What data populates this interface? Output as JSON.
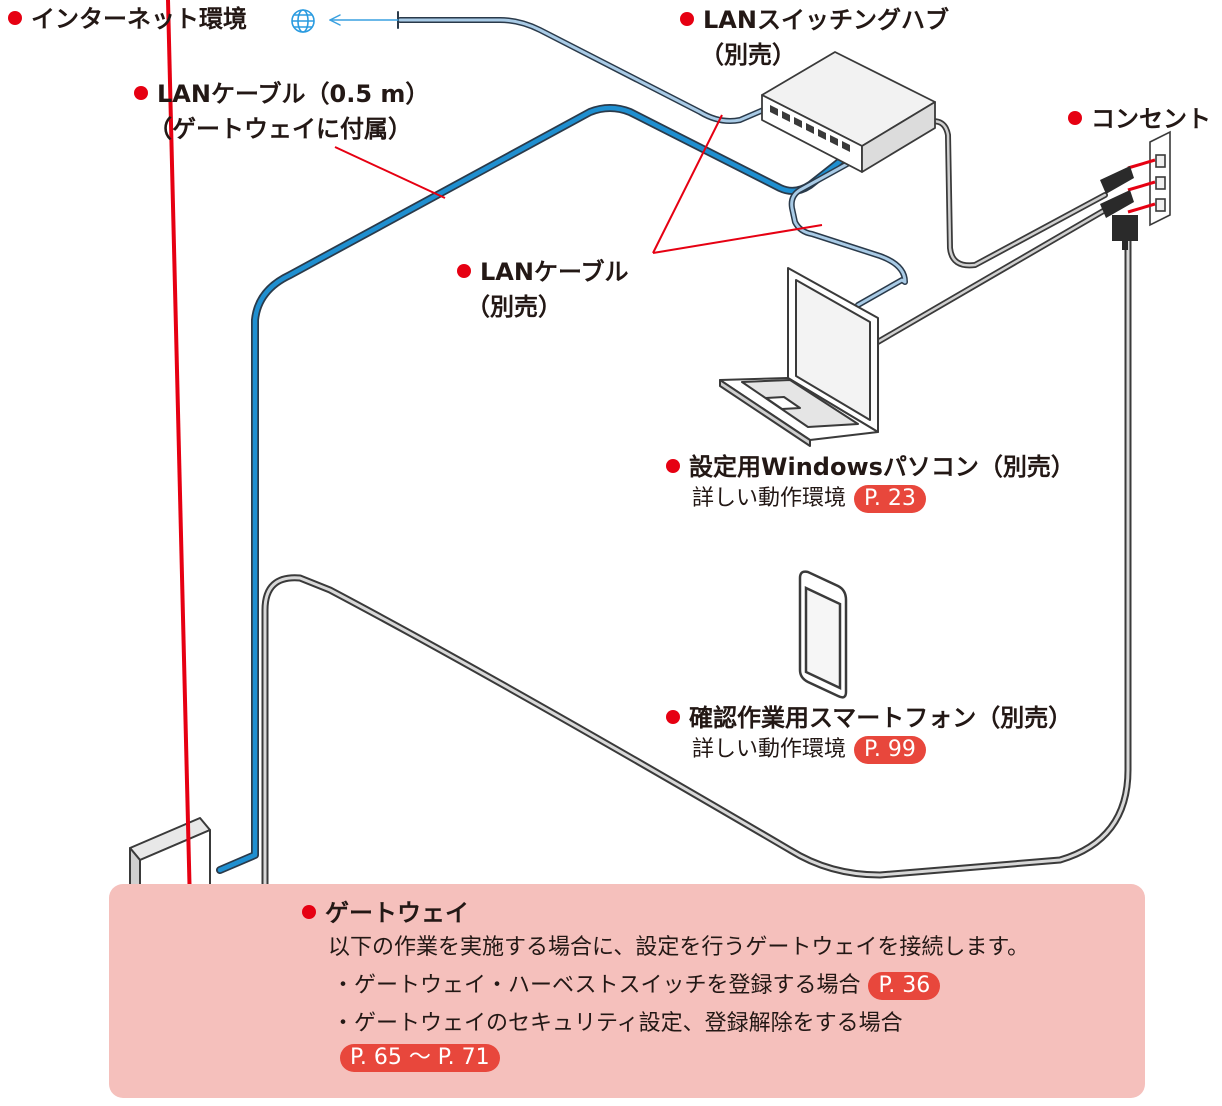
{
  "labels": {
    "internet": "インターネット環境",
    "switch_hub": "LANスイッチングハブ",
    "switch_hub_note": "（別売）",
    "lan_cable_short": "LANケーブル（0.5 m）",
    "lan_cable_short_note": "（ゲートウェイに付属）",
    "outlet": "コンセント",
    "lan_cable": "LANケーブル",
    "lan_cable_note": "（別売）",
    "pc": "設定用Windowsパソコン（別売）",
    "pc_detail": "詳しい動作環境",
    "pc_ref": "P. 23",
    "phone": "確認作業用スマートフォン（別売）",
    "phone_detail": "詳しい動作環境",
    "phone_ref": "P. 99"
  },
  "gateway": {
    "title": "ゲートウェイ",
    "description": "以下の作業を実施する場合に、設定を行うゲートウェイを接続します。",
    "item1": "・ゲートウェイ・ハーベストスイッチを登録する場合",
    "item1_ref": "P. 36",
    "item2": "・ゲートウェイのセキュリティ設定、登録解除をする場合",
    "item2_ref": "P. 65 ～ P. 71"
  },
  "colors": {
    "accent_red": "#e60012",
    "ref_badge": "#e8473c",
    "gateway_panel": "#f5c0bc",
    "cable_blue": "#1f8fd0",
    "cable_gray": "#6e6e6e"
  },
  "icons": [
    "globe-icon",
    "switch-hub-icon",
    "power-outlet-icon",
    "power-plug-icon",
    "laptop-icon",
    "smartphone-icon",
    "gateway-device-icon"
  ]
}
